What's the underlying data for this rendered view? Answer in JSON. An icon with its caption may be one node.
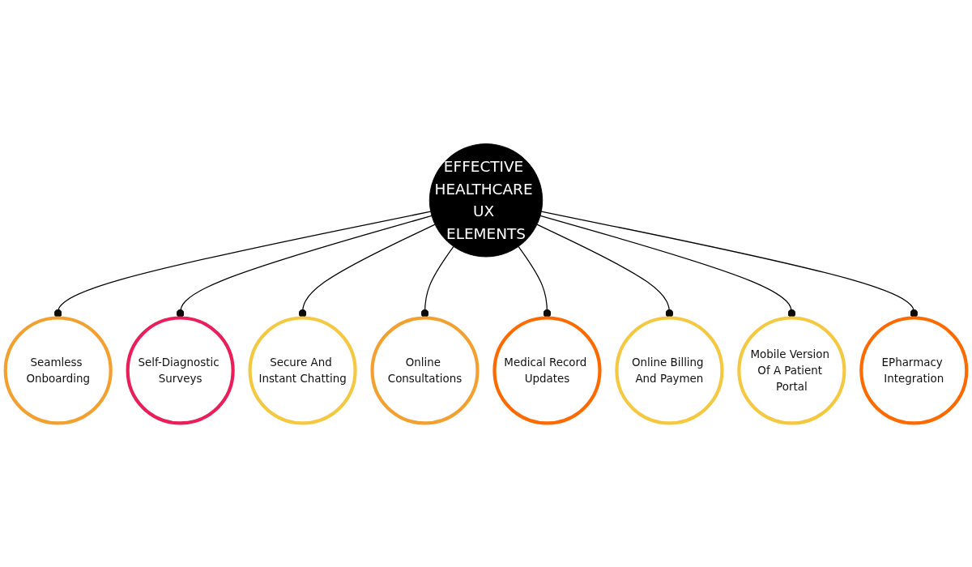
{
  "diagram": {
    "nodes": [
      {
        "text": [
          "EFFECTIVE HEALTHCARE UX ELEMENTS"
        ]
      },
      {
        "text": [
          "Seamless Onboarding"
        ]
      },
      {
        "text": [
          "Self-Diagnostic Surveys"
        ]
      },
      {
        "text": [
          "Secure And Instant Chatting"
        ]
      },
      {
        "text": [
          "Online Consultations"
        ]
      },
      {
        "text": [
          "Medical Record Updates"
        ]
      },
      {
        "text": [
          "Online Billing And Paymen"
        ]
      },
      {
        "text": [
          "Mobile Version Of A Patient Portal"
        ]
      },
      {
        "text": [
          "EPharmacy Integration"
        ]
      }
    ],
    "edges": [
      {
        "from": 0,
        "to": 1,
        "arrow": "other"
      },
      {
        "from": 0,
        "to": 2,
        "arrow": "other"
      },
      {
        "from": 0,
        "to": 3,
        "arrow": "other"
      },
      {
        "from": 0,
        "to": 4,
        "arrow": "other"
      },
      {
        "from": 0,
        "to": 5,
        "arrow": "other"
      },
      {
        "from": 0,
        "to": 6,
        "arrow": "other"
      },
      {
        "from": 0,
        "to": 7,
        "arrow": "other"
      },
      {
        "from": 0,
        "to": 8,
        "arrow": "other"
      }
    ]
  }
}
